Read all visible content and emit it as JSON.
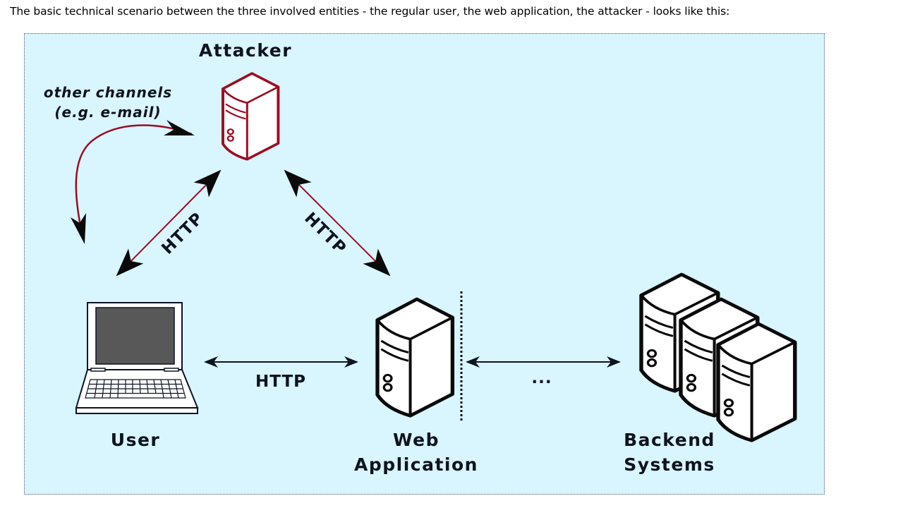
{
  "intro_text": "The basic technical scenario between the three involved entities - the regular user, the web application, the attacker - looks like this:",
  "diagram": {
    "colors": {
      "background": "#d9f5fd",
      "attacker": "#9b0d22",
      "ink": "#0d1320",
      "screen": "#585858"
    },
    "entities": {
      "attacker": {
        "label": "Attacker",
        "icon": "server-icon"
      },
      "user": {
        "label": "User",
        "icon": "laptop-icon"
      },
      "web_application": {
        "label_line1": "Web",
        "label_line2": "Application",
        "icon": "server-icon"
      },
      "backend_systems": {
        "label_line1": "Backend",
        "label_line2": "Systems",
        "icon": "server-cluster-icon"
      }
    },
    "connections": {
      "other_channels": {
        "label_line1": "other channels",
        "label_line2": "(e.g. e-mail)",
        "from": "attacker",
        "to": "user"
      },
      "user_attacker": {
        "label": "HTTP",
        "from": "user",
        "to": "attacker",
        "bidirectional": true
      },
      "attacker_webapp": {
        "label": "HTTP",
        "from": "attacker",
        "to": "web_application",
        "bidirectional": true
      },
      "user_webapp": {
        "label": "HTTP",
        "from": "user",
        "to": "web_application",
        "bidirectional": true
      },
      "webapp_backend": {
        "label": "...",
        "from": "web_application",
        "to": "backend_systems",
        "bidirectional": true
      }
    },
    "boundary": {
      "type": "dotted-line",
      "between": [
        "web_application",
        "backend_systems"
      ]
    }
  }
}
